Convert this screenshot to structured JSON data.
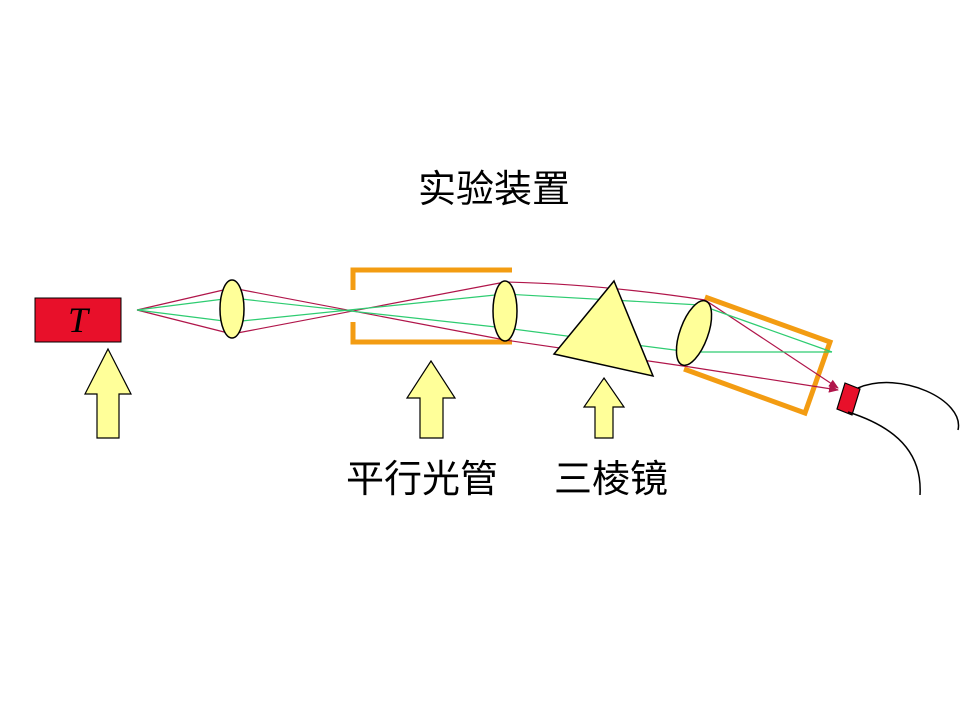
{
  "title": "实验装置",
  "source": {
    "letter": "T"
  },
  "labels": {
    "collimator": "平行光管",
    "prism": "三棱镜"
  },
  "colors": {
    "source_fill": "#e8102a",
    "lens_fill": "#ffff99",
    "prism_fill": "#ffff99",
    "arrow_fill": "#ffff99",
    "tube_stroke": "#f39c12",
    "ray_red": "#b0154a",
    "ray_green": "#2ecc71",
    "detector_fill": "#e8102a"
  }
}
